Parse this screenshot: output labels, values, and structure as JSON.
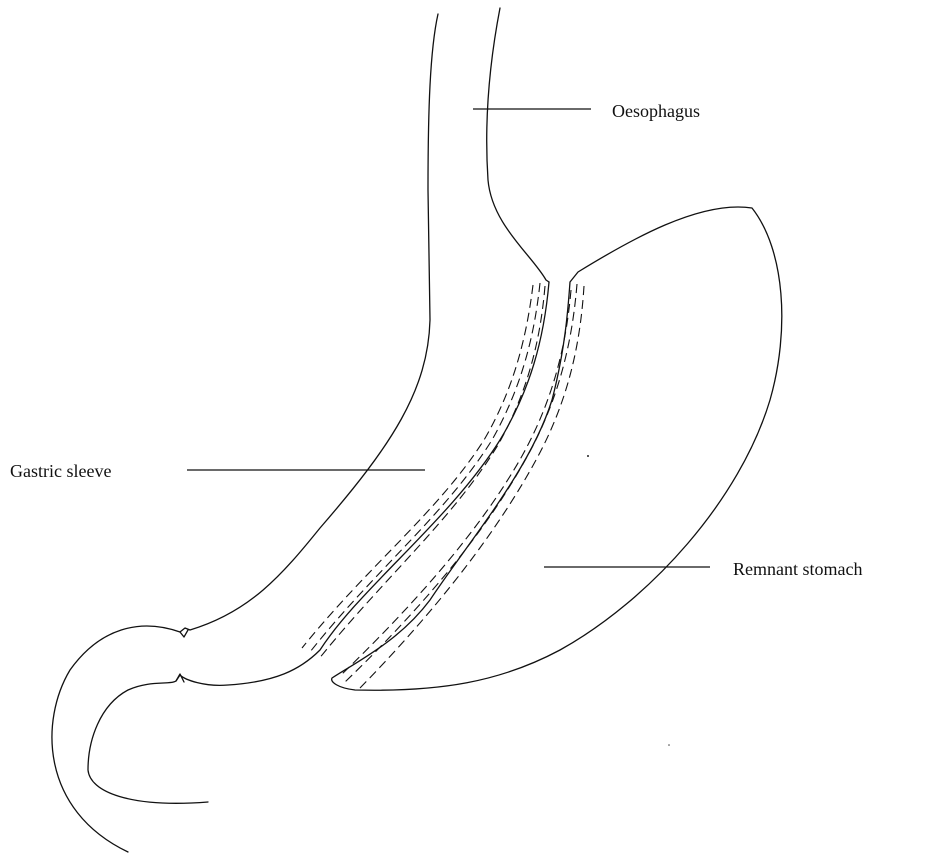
{
  "labels": {
    "oesophagus": "Oesophagus",
    "gastric_sleeve": "Gastric sleeve",
    "remnant_stomach": "Remnant stomach"
  }
}
